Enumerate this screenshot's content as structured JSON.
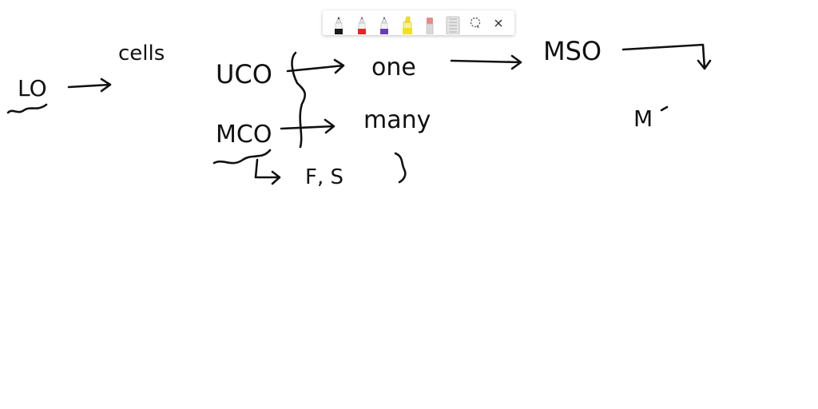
{
  "toolbar": {
    "tools": [
      {
        "name": "black-pen",
        "color": "#1a1a1a"
      },
      {
        "name": "red-pen",
        "color": "#e02a2a"
      },
      {
        "name": "purple-pen",
        "color": "#6a3db8"
      },
      {
        "name": "yellow-highlighter",
        "color": "#f2e21a"
      },
      {
        "name": "eraser",
        "color": "#e58b8b"
      },
      {
        "name": "ruler",
        "color": "#cfcfcf"
      },
      {
        "name": "lasso",
        "color": "#555555"
      },
      {
        "name": "close",
        "color": "#333333"
      }
    ]
  },
  "notes": {
    "lo": "LO",
    "cells": "cells",
    "uco": "UCO",
    "one": "one",
    "mso": "MSO",
    "mco": "MCO",
    "many": "many",
    "m_partial": "M",
    "f_s": "F, S"
  }
}
